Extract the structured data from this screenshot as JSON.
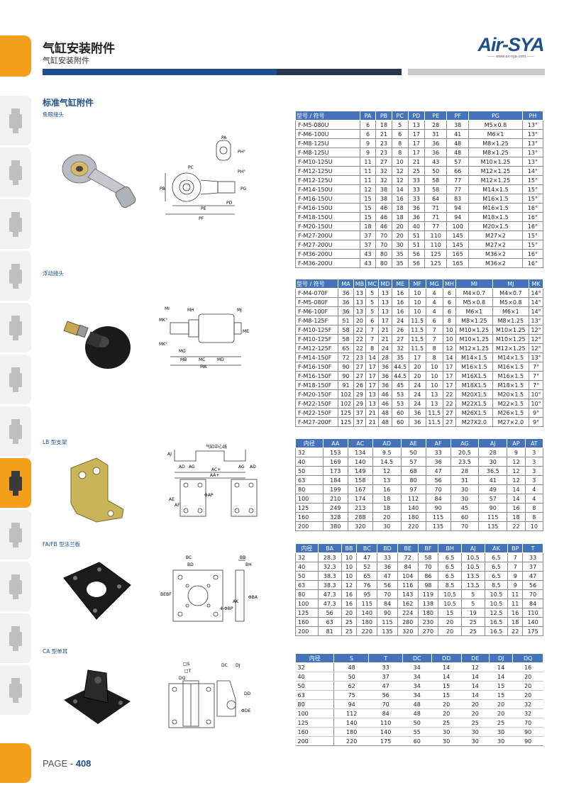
{
  "header": {
    "title": "气缸安装附件",
    "subtitle": "气缸安装附件"
  },
  "logo": {
    "text": "Air-SYA",
    "url": "—— www.air-sya.com ——"
  },
  "section_title": "标准气缸附件",
  "footer": {
    "page_prefix": "PAGE - ",
    "page_number": "408"
  },
  "colors": {
    "brand_blue": "#1e4f8c",
    "header_cell": "#4473b9",
    "tab_orange": "#f2a01a"
  },
  "side_icons": [
    "valve-icon",
    "filter-icon",
    "regulator-icon",
    "fitting-icon",
    "cylinder-icon",
    "manifold-icon",
    "actuator-icon",
    "cylinder-accessory-icon",
    "switch-icon",
    "elbow-icon",
    "silencer-icon",
    "fitting-2-icon"
  ],
  "sections": [
    {
      "label": "鱼眼接头",
      "headers": [
        "型号 / 符号",
        "PA",
        "PB",
        "PC",
        "PD",
        "PE",
        "PF",
        "PG",
        "PH"
      ],
      "rows": [
        [
          "F-M5-080U",
          "6",
          "18",
          "5",
          "13",
          "28",
          "38",
          "M5×0.8",
          "13°"
        ],
        [
          "F-M6-100U",
          "6",
          "21",
          "6",
          "17",
          "31",
          "41",
          "M6×1",
          "13°"
        ],
        [
          "F-M8-125U",
          "9",
          "23",
          "8",
          "17",
          "36",
          "48",
          "M8×1.25",
          "13°"
        ],
        [
          "F-M8-125U",
          "9",
          "23",
          "8",
          "17",
          "36",
          "48",
          "M8×1.25",
          "13°"
        ],
        [
          "F-M10-125U",
          "11",
          "27",
          "10",
          "21",
          "43",
          "57",
          "M10×1.25",
          "13°"
        ],
        [
          "F-M12-125U",
          "11",
          "32",
          "12",
          "25",
          "50",
          "66",
          "M12×1.25",
          "14°"
        ],
        [
          "F-M12-125U",
          "11",
          "32",
          "12",
          "33",
          "58",
          "77",
          "M12×1.25",
          "15°"
        ],
        [
          "F-M14-150U",
          "12",
          "38",
          "14",
          "33",
          "58",
          "77",
          "M14×1.5",
          "15°"
        ],
        [
          "F-M16-150U",
          "15",
          "38",
          "16",
          "33",
          "64",
          "83",
          "M16×1.5",
          "15°"
        ],
        [
          "F-M16-150U",
          "15",
          "46",
          "18",
          "36",
          "71",
          "94",
          "M16×1.5",
          "16°"
        ],
        [
          "F-M18-150U",
          "15",
          "46",
          "18",
          "36",
          "71",
          "94",
          "M18×1.5",
          "16°"
        ],
        [
          "F-M20-150U",
          "18",
          "46",
          "20",
          "40",
          "77",
          "100",
          "M20×1.5",
          "16°"
        ],
        [
          "F-M27-200U",
          "37",
          "70",
          "20",
          "51",
          "110",
          "145",
          "M27×2",
          "15°"
        ],
        [
          "F-M27-200U",
          "37",
          "70",
          "30",
          "51",
          "110",
          "145",
          "M27×2",
          "15°"
        ],
        [
          "F-M36-200U",
          "43",
          "80",
          "35",
          "56",
          "125",
          "165",
          "M36×2",
          "16°"
        ],
        [
          "F-M36-200U",
          "43",
          "80",
          "35",
          "56",
          "125",
          "165",
          "M36×2",
          "16°"
        ]
      ]
    },
    {
      "label": "浮动接头",
      "headers": [
        "型号 / 符号",
        "MA",
        "MB",
        "MC",
        "MD",
        "ME",
        "MF",
        "MG",
        "MH",
        "MI",
        "MJ",
        "MK"
      ],
      "rows": [
        [
          "F-M4-070F",
          "36",
          "13",
          "5",
          "13",
          "16",
          "10",
          "4",
          "6",
          "M4×0.7",
          "M4×0.7",
          "14°"
        ],
        [
          "F-M5-080F",
          "36",
          "13",
          "5",
          "13",
          "16",
          "10",
          "4",
          "6",
          "M5×0.8",
          "M5×0.8",
          "14°"
        ],
        [
          "F-M6-100F",
          "36",
          "13",
          "5",
          "13",
          "16",
          "10",
          "4",
          "6",
          "M6×1",
          "M6×1",
          "14°"
        ],
        [
          "F-M8-125F",
          "51",
          "20",
          "6",
          "17",
          "24",
          "11.5",
          "6",
          "8",
          "M8×1.25",
          "M8×1.25",
          "13°"
        ],
        [
          "F-M10-125F",
          "58",
          "22",
          "7",
          "21",
          "26",
          "11.5",
          "7",
          "10",
          "M10×1.25",
          "M10×1.25",
          "12°"
        ],
        [
          "F-M10-125F",
          "58",
          "22",
          "7",
          "21",
          "27",
          "11.5",
          "7",
          "10",
          "M10×1.25",
          "M10×1.25",
          "12°"
        ],
        [
          "F-M12-125F",
          "65",
          "22",
          "8",
          "24",
          "32",
          "11.5",
          "8",
          "12",
          "M12×1.25",
          "M12×1.25",
          "12°"
        ],
        [
          "F-M14-150F",
          "72",
          "23",
          "14",
          "28",
          "35",
          "17",
          "8",
          "14",
          "M14×1.5",
          "M14×1.5",
          "13°"
        ],
        [
          "F-M16-150F",
          "90",
          "27",
          "17",
          "36",
          "44.5",
          "20",
          "10",
          "17",
          "M16×1.5",
          "M16×1.5",
          "7°"
        ],
        [
          "F-M16-150F",
          "90",
          "27",
          "17",
          "36",
          "44.5",
          "20",
          "10",
          "17",
          "M16X1.5",
          "M16×1.5",
          "7°"
        ],
        [
          "F-M18-150F",
          "91",
          "26",
          "17",
          "36",
          "45",
          "24",
          "10",
          "17",
          "M18X1.5",
          "M18×1.5",
          "7°"
        ],
        [
          "F-M20-150F",
          "102",
          "29",
          "13",
          "46",
          "53",
          "24",
          "13",
          "22",
          "M20X1.5",
          "M20×1.5",
          "10°"
        ],
        [
          "F-M22-150F",
          "102",
          "29",
          "13",
          "46",
          "53",
          "24",
          "13",
          "22",
          "M22X1.5",
          "M22×1.5",
          "10°"
        ],
        [
          "F-M22-150F",
          "125",
          "37",
          "21",
          "48",
          "60",
          "36",
          "11.5",
          "27",
          "M26X1.5",
          "M26×1.5",
          "9°"
        ],
        [
          "F-M27-200F",
          "125",
          "37",
          "21",
          "48",
          "60",
          "36",
          "11.5",
          "27",
          "M27X2.0",
          "M27×2.0",
          "9°"
        ]
      ]
    },
    {
      "label": "LB 型支架",
      "drawing_text": "气缸中心线",
      "headers": [
        "内径",
        "AA",
        "AC",
        "AD",
        "AE",
        "AF",
        "AG",
        "AJ",
        "AP",
        "AT"
      ],
      "rows": [
        [
          "32",
          "153",
          "134",
          "9.5",
          "50",
          "33",
          "20.5",
          "28",
          "9",
          "3"
        ],
        [
          "40",
          "169",
          "140",
          "14.5",
          "57",
          "36",
          "23.5",
          "30",
          "12",
          "3"
        ],
        [
          "50",
          "173",
          "149",
          "12",
          "68",
          "47",
          "28",
          "36.5",
          "12",
          "3"
        ],
        [
          "63",
          "184",
          "158",
          "13",
          "80",
          "56",
          "31",
          "41",
          "12",
          "3"
        ],
        [
          "80",
          "199",
          "167",
          "16",
          "97",
          "70",
          "30",
          "49",
          "14",
          "4"
        ],
        [
          "100",
          "210",
          "174",
          "18",
          "112",
          "84",
          "30",
          "57",
          "14",
          "4"
        ],
        [
          "125",
          "249",
          "213",
          "18",
          "140",
          "90",
          "45",
          "90",
          "16",
          "8"
        ],
        [
          "160",
          "328",
          "288",
          "20",
          "180",
          "115",
          "60",
          "115",
          "18",
          "8"
        ],
        [
          "200",
          "380",
          "320",
          "30",
          "220",
          "135",
          "70",
          "135",
          "22",
          "10"
        ]
      ]
    },
    {
      "label": "FA/FB 型法兰板",
      "headers": [
        "内径",
        "BA",
        "BB",
        "BC",
        "BD",
        "BE",
        "BF",
        "BH",
        "AJ",
        "AK",
        "BP",
        "T"
      ],
      "rows": [
        [
          "32",
          "28.3",
          "10",
          "47",
          "33",
          "72",
          "58",
          "6.5",
          "10.5",
          "6.5",
          "7",
          "33"
        ],
        [
          "40",
          "32.3",
          "10",
          "52",
          "36",
          "84",
          "70",
          "6.5",
          "10.5",
          "6.5",
          "7",
          "37"
        ],
        [
          "50",
          "38.3",
          "10",
          "65",
          "47",
          "104",
          "86",
          "6.5",
          "13.5",
          "6.5",
          "9",
          "47"
        ],
        [
          "63",
          "38.3",
          "12",
          "76",
          "56",
          "116",
          "98",
          "8.5",
          "13.5",
          "8.5",
          "9",
          "56"
        ],
        [
          "80",
          "47.3",
          "16",
          "95",
          "70",
          "143",
          "119",
          "10.5",
          "5",
          "10.5",
          "11",
          "70"
        ],
        [
          "100",
          "47.3",
          "16",
          "115",
          "84",
          "162",
          "138",
          "10.5",
          "5",
          "10.5",
          "11",
          "84"
        ],
        [
          "125",
          "56",
          "20",
          "140",
          "90",
          "224",
          "180",
          "15",
          "19",
          "12.5",
          "16",
          "110"
        ],
        [
          "160",
          "63",
          "25",
          "180",
          "115",
          "280",
          "230",
          "20",
          "25",
          "16.5",
          "18",
          "140"
        ],
        [
          "200",
          "81",
          "25",
          "220",
          "135",
          "320",
          "270",
          "20",
          "25",
          "16.5",
          "22",
          "175"
        ]
      ]
    },
    {
      "label": "CA 型单耳",
      "headers": [
        "内径",
        "S",
        "T",
        "DC",
        "DD",
        "DE",
        "DJ",
        "DQ"
      ],
      "rows": [
        [
          "32",
          "48",
          "33",
          "34",
          "14",
          "12",
          "14",
          "16"
        ],
        [
          "40",
          "50",
          "37",
          "34",
          "14",
          "14",
          "14",
          "20"
        ],
        [
          "50",
          "62",
          "47",
          "34",
          "15",
          "14",
          "15",
          "20"
        ],
        [
          "63",
          "75",
          "56",
          "34",
          "15",
          "14",
          "15",
          "20"
        ],
        [
          "80",
          "94",
          "70",
          "48",
          "20",
          "20",
          "20",
          "32"
        ],
        [
          "100",
          "112",
          "84",
          "48",
          "20",
          "20",
          "20",
          "32"
        ],
        [
          "125",
          "140",
          "110",
          "50",
          "25",
          "25",
          "25",
          "70"
        ],
        [
          "160",
          "180",
          "140",
          "55",
          "30",
          "30",
          "30",
          "90"
        ],
        [
          "200",
          "220",
          "175",
          "60",
          "30",
          "30",
          "30",
          "90"
        ]
      ]
    }
  ]
}
